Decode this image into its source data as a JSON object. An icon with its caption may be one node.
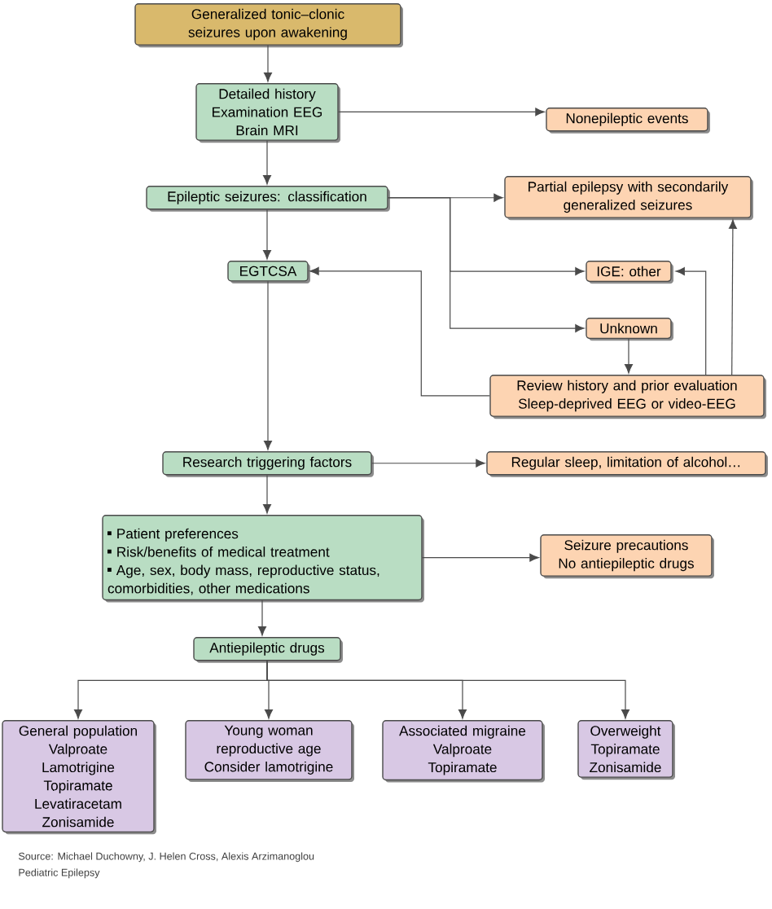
{
  "diagram": {
    "nodes": [
      {
        "text": [
          "Generalized tonic–clonic seizures upon awakening"
        ]
      },
      {
        "text": [
          "Detailed history",
          "Examination EEG",
          "Brain MRI"
        ]
      },
      {
        "text": [
          "Nonepileptic events"
        ]
      },
      {
        "text": [
          "Epileptic seizures: classification"
        ]
      },
      {
        "text": [
          "Partial epilepsy with secondarily generalized seizures"
        ]
      },
      {
        "text": [
          "EGTCSA"
        ]
      },
      {
        "text": [
          "IGE: other"
        ]
      },
      {
        "text": [
          "Unknown"
        ]
      },
      {
        "text": [
          "Review history and prior evaluation",
          "Sleep-deprived EEG or video-EEG"
        ]
      },
      {
        "text": [
          "Research triggering factors"
        ]
      },
      {
        "text": [
          "Regular sleep, limitation of alcohol…"
        ]
      },
      {
        "text": [
          "Patient preferences",
          "Risk/benefits of medical treatment",
          "Age, sex, body mass, reproductive status, comorbidities, other medications"
        ]
      },
      {
        "text": [
          "Seizure precautions",
          "No antiepileptic drugs"
        ]
      },
      {
        "text": [
          "Antiepileptic drugs"
        ]
      },
      {
        "text": [
          "General population",
          "Valproate",
          "Lamotrigine",
          "Topiramate",
          "Levatiracetam",
          "Zonisamide"
        ]
      },
      {
        "text": [
          "Young woman reproductive age",
          "Consider lamotrigine"
        ]
      },
      {
        "text": [
          "Associated migraine",
          "Valproate",
          "Topiramate"
        ]
      },
      {
        "text": [
          "Overweight",
          "Topiramate",
          "Zonisamide"
        ]
      }
    ],
    "edges": [
      {
        "from": 0,
        "to": 1,
        "arrow": "to"
      },
      {
        "from": 1,
        "to": 2,
        "arrow": "to"
      },
      {
        "from": 1,
        "to": 3,
        "arrow": "to"
      },
      {
        "from": 3,
        "to": 4,
        "arrow": "to"
      },
      {
        "from": 3,
        "to": 6,
        "arrow": "to"
      },
      {
        "from": 3,
        "to": 7,
        "arrow": "to"
      },
      {
        "from": 3,
        "to": 5,
        "arrow": "to"
      },
      {
        "from": 7,
        "to": 8,
        "arrow": "to"
      },
      {
        "from": 8,
        "to": 5,
        "arrow": "to"
      },
      {
        "from": 8,
        "to": 6,
        "arrow": "to"
      },
      {
        "from": 8,
        "to": 4,
        "arrow": "to"
      },
      {
        "from": 5,
        "to": 9,
        "arrow": "to"
      },
      {
        "from": 9,
        "to": 10,
        "arrow": "to"
      },
      {
        "from": 9,
        "to": 11,
        "arrow": "to"
      },
      {
        "from": 11,
        "to": 12,
        "arrow": "to"
      },
      {
        "from": 11,
        "to": 13,
        "arrow": "to"
      },
      {
        "from": 13,
        "to": 14,
        "arrow": "to"
      },
      {
        "from": 13,
        "to": 15,
        "arrow": "to"
      },
      {
        "from": 13,
        "to": 16,
        "arrow": "to"
      },
      {
        "from": 13,
        "to": 17,
        "arrow": "to"
      }
    ],
    "labels": [
      "Source: Michael Duchowny, J. Helen Cross, Alexis Arzimanoglou",
      "Pediatric Epilepsy"
    ]
  }
}
